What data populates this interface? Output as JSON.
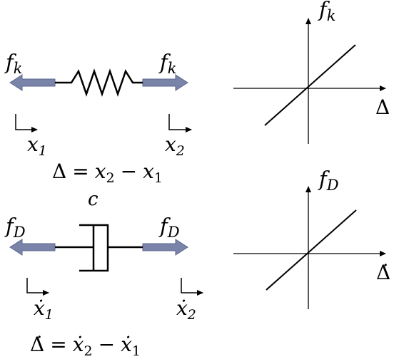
{
  "spring_diagram": {
    "force_left": {
      "main": "f",
      "sub": "k"
    },
    "force_right": {
      "main": "f",
      "sub": "k"
    },
    "coord_left": {
      "main": "x",
      "sub": "1"
    },
    "coord_right": {
      "main": "x",
      "sub": "2"
    },
    "equation": {
      "lhs": "Δ",
      "eq": "=",
      "t1": "x",
      "t1_sub": "2",
      "minus": "−",
      "t2": "x",
      "t2_sub": "1"
    }
  },
  "spring_graph": {
    "y_axis_label": {
      "main": "f",
      "sub": "k"
    },
    "x_axis_label": "Δ"
  },
  "damper_diagram": {
    "damper_label": "c",
    "force_left": {
      "main": "f",
      "sub": "D"
    },
    "force_right": {
      "main": "f",
      "sub": "D"
    },
    "coord_left": {
      "main": "ẋ",
      "sub": "1"
    },
    "coord_right": {
      "main": "ẋ",
      "sub": "2"
    },
    "equation": {
      "lhs": "Δ̇",
      "eq": "=",
      "t1": "ẋ",
      "t1_sub": "2",
      "minus": "−",
      "t2": "ẋ",
      "t2_sub": "1"
    }
  },
  "damper_graph": {
    "y_axis_label": {
      "main": "f",
      "sub": "D"
    },
    "x_axis_label": "Δ̇"
  },
  "colors": {
    "arrow_fill": "#7a84a8",
    "arrow_stroke": "#5b6690",
    "line": "#000000"
  }
}
